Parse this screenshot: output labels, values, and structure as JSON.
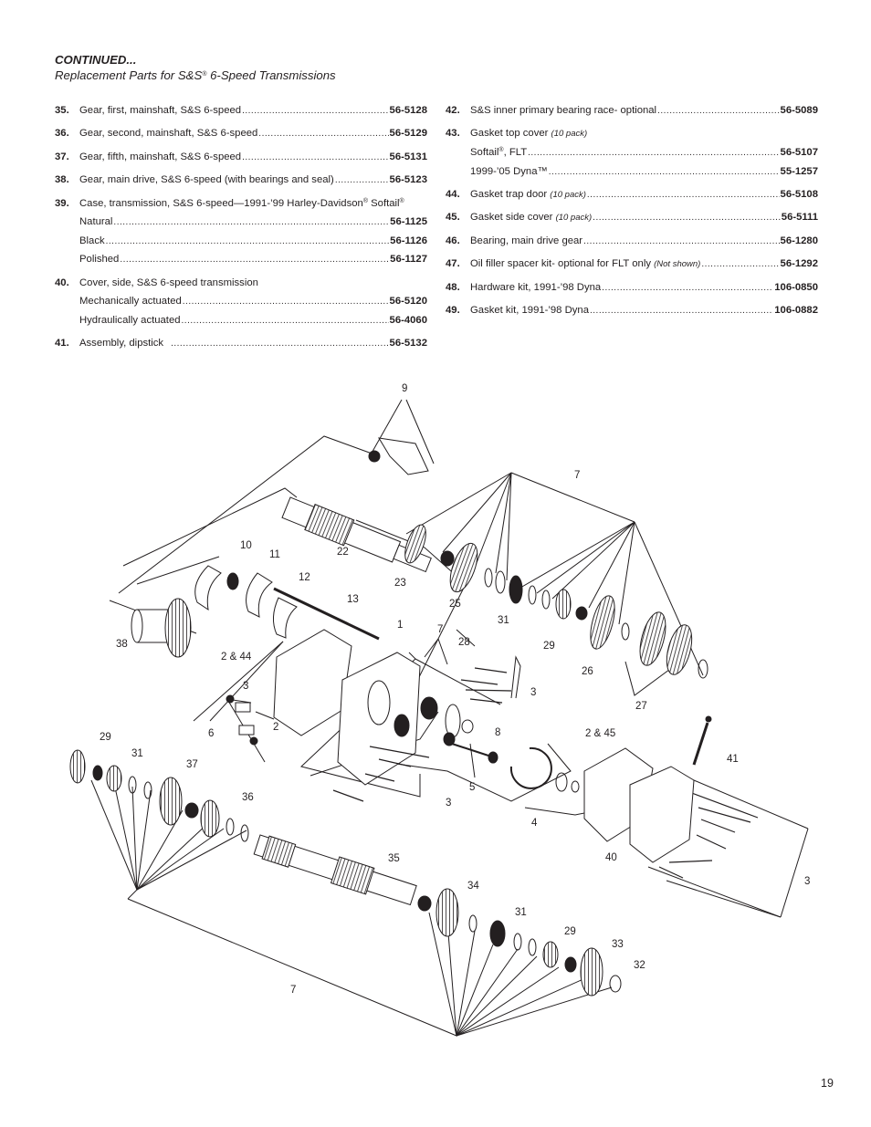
{
  "header": {
    "title": "CONTINUED...",
    "subtitle_prefix": "Replacement Parts for S&S",
    "subtitle_reg": "®",
    "subtitle_suffix": " 6-Speed Transmissions"
  },
  "left_column": {
    "i35": {
      "num": "35.",
      "desc": "Gear, first, mainshaft, S&S 6-speed",
      "pn": "56-5128"
    },
    "i36": {
      "num": "36.",
      "desc": "Gear, second, mainshaft, S&S 6-speed",
      "pn": "56-5129"
    },
    "i37": {
      "num": "37.",
      "desc": "Gear, fifth, mainshaft, S&S 6-speed",
      "pn": "56-5131"
    },
    "i38": {
      "num": "38.",
      "desc": "Gear, main drive, S&S 6-speed (with bearings and seal)",
      "pn": "56-5123"
    },
    "i39": {
      "num": "39.",
      "desc_a": "Case, transmission, S&S 6-speed—1991-’99 Harley-Davidson",
      "reg": "®",
      "desc_b": " Softail",
      "reg2": "®",
      "natural": {
        "desc": "Natural",
        "pn": "56-1125"
      },
      "black": {
        "desc": "Black",
        "pn": "56-1126"
      },
      "polished": {
        "desc": "Polished",
        "pn": "56-1127"
      }
    },
    "i40": {
      "num": "40.",
      "desc": "Cover, side, S&S 6-speed transmission",
      "mech": {
        "desc": "Mechanically actuated",
        "pn": "56-5120"
      },
      "hyd": {
        "desc": "Hydraulically actuated",
        "pn": "56-4060"
      }
    },
    "i41": {
      "num": "41.",
      "desc": "Assembly, dipstick",
      "pn": "56-5132"
    }
  },
  "right_column": {
    "i42": {
      "num": "42.",
      "desc": "S&S inner primary bearing race- optional",
      "pn": "56-5089"
    },
    "i43": {
      "num": "43.",
      "desc": "Gasket top cover",
      "note": "(10 pack)",
      "softail": {
        "desc": "Softail",
        "reg": "®",
        "desc2": ", FLT",
        "pn": "56-5107"
      },
      "dyna": {
        "desc": "1999-’05 Dyna™",
        "pn": "55-1257"
      }
    },
    "i44": {
      "num": "44.",
      "desc": "Gasket trap door",
      "note": "(10 pack)",
      "pn": "56-5108"
    },
    "i45": {
      "num": "45.",
      "desc": "Gasket side cover",
      "note": "(10 pack)",
      "pn": "56-5111"
    },
    "i46": {
      "num": "46.",
      "desc": "Bearing, main drive gear",
      "pn": "56-1280"
    },
    "i47": {
      "num": "47.",
      "desc": "Oil filler spacer kit- optional for FLT only",
      "note": "(Not shown)",
      "pn": "56-1292"
    },
    "i48": {
      "num": "48.",
      "desc": "Hardware kit, 1991-’98 Dyna",
      "pn": "106-0850"
    },
    "i49": {
      "num": "49.",
      "desc": "Gasket kit, 1991-’98 Dyna",
      "pn": "106-0882"
    }
  },
  "callouts": {
    "c9": "9",
    "c7a": "7",
    "c22": "22",
    "c10": "10",
    "c11": "11",
    "c12": "12",
    "c13": "13",
    "c23": "23",
    "c25": "25",
    "c31a": "31",
    "c29a": "29",
    "c26": "26",
    "c27": "27",
    "c38": "38",
    "c1": "1",
    "c7b": "7",
    "c28": "28",
    "c244": "2 & 44",
    "c3a": "3",
    "c3b": "3",
    "c6": "6",
    "c2": "2",
    "c8": "8",
    "c245": "2 & 45",
    "c41": "41",
    "c29b": "29",
    "c31b": "31",
    "c37": "37",
    "c36": "36",
    "c5": "5",
    "c3c": "3",
    "c4": "4",
    "c40": "40",
    "c3d": "3",
    "c35": "35",
    "c34": "34",
    "c31c": "31",
    "c29c": "29",
    "c33": "33",
    "c32": "32",
    "c7c": "7"
  },
  "page_number": "19"
}
